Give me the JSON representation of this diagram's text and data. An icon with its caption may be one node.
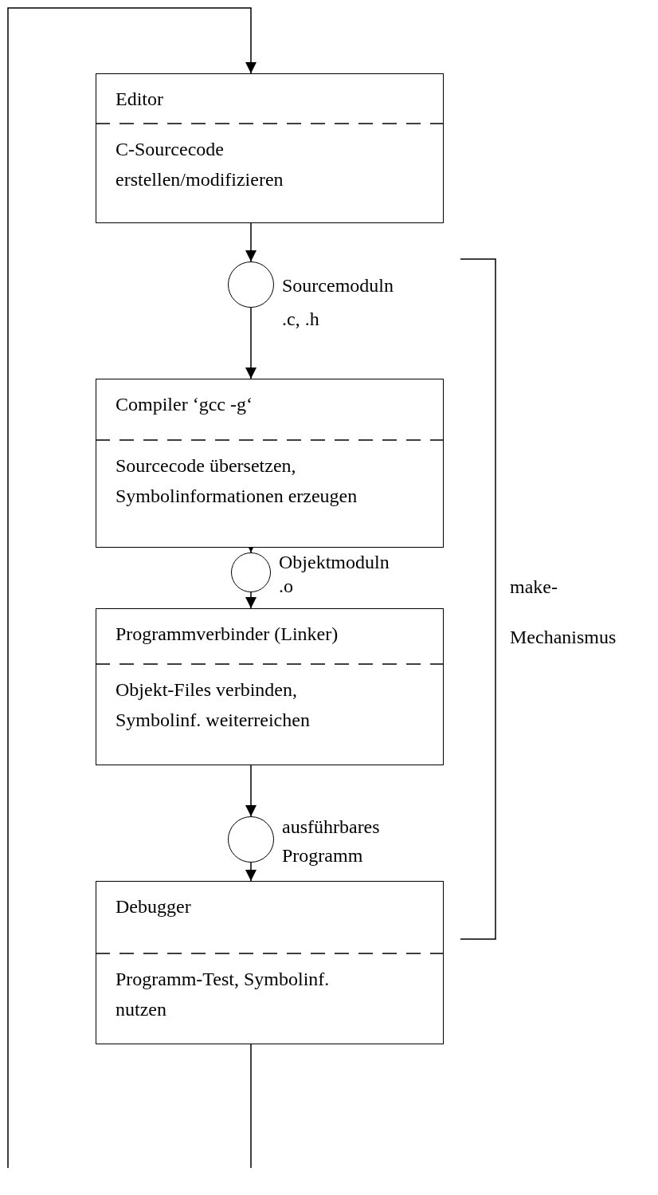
{
  "diagram": {
    "nodes": [
      {
        "text": [
          "Editor",
          "C-Sourcecode erstellen/modifizieren"
        ]
      },
      {
        "text": [],
        "shape": "circle",
        "beside": [
          "Sourcemoduln .c, .h"
        ]
      },
      {
        "text": [
          "Compiler ‘gcc -g‘",
          "Sourcecode übersetzen, Symbolinformationen erzeugen"
        ]
      },
      {
        "text": [],
        "shape": "circle",
        "beside": [
          "Objektmoduln .o"
        ]
      },
      {
        "text": [
          "Programmverbinder (Linker)",
          "Objekt-Files verbinden, Symbolinf. weiterreichen"
        ]
      },
      {
        "text": [],
        "shape": "circle",
        "beside": [
          "ausführbares Programm"
        ]
      },
      {
        "text": [
          "Debugger",
          "Programm-Test, Symbolinf. nutzen"
        ]
      }
    ],
    "edges": [
      {
        "from": 0,
        "to": 1,
        "arrow": "to"
      },
      {
        "from": 1,
        "to": 2,
        "arrow": "to"
      },
      {
        "from": 2,
        "to": 3,
        "arrow": "to"
      },
      {
        "from": 3,
        "to": 4,
        "arrow": "to"
      },
      {
        "from": 4,
        "to": 5,
        "arrow": "to"
      },
      {
        "from": 5,
        "to": 6,
        "arrow": "to"
      },
      {
        "from": 6,
        "to": null,
        "arrow": "none"
      },
      {
        "from": null,
        "to": 0,
        "arrow": "to"
      }
    ],
    "labels": [
      "make- Mechanismus"
    ]
  }
}
